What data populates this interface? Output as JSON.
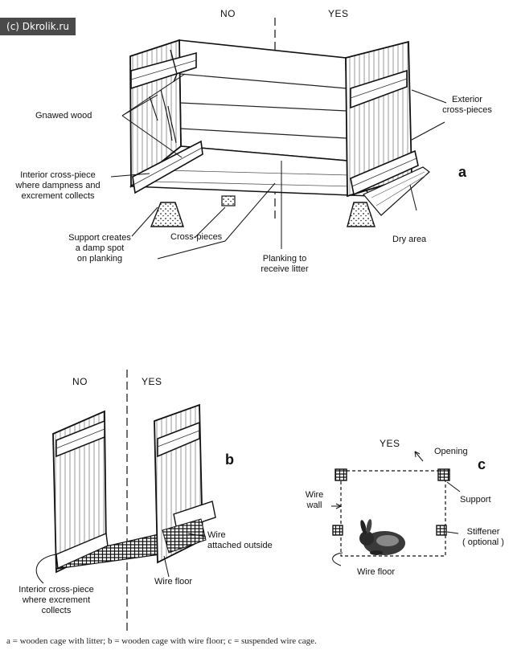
{
  "watermark": "(c) Dkrolik.ru",
  "panel_a": {
    "no_label": "NO",
    "yes_label": "YES",
    "letter": "a",
    "gnawed_wood": "Gnawed wood",
    "interior_cross_piece": [
      "Interior cross-piece",
      "where dampness and",
      "excrement collects"
    ],
    "exterior_cross_pieces": [
      "Exterior",
      "cross-pieces"
    ],
    "support_damp": [
      "Support creates",
      "a damp spot",
      "on planking"
    ],
    "cross_pieces": "Cross-pieces",
    "planking": [
      "Planking to",
      "receive litter"
    ],
    "dry_area": "Dry area"
  },
  "panel_b": {
    "no_label": "NO",
    "yes_label": "YES",
    "letter": "b",
    "wire_attached": [
      "Wire",
      "attached outside"
    ],
    "interior_cross_piece": [
      "Interior cross-piece",
      "where excrement",
      "collects"
    ],
    "wire_floor": "Wire floor"
  },
  "panel_c": {
    "yes_label": "YES",
    "letter": "c",
    "opening": "Opening",
    "wire_wall": [
      "Wire",
      "wall"
    ],
    "support": "Support",
    "stiffener": [
      "Stiffener",
      "( optional )"
    ],
    "wire_floor": "Wire floor"
  },
  "caption": "a = wooden cage with litter; b = wooden cage with wire floor; c = suspended wire cage."
}
